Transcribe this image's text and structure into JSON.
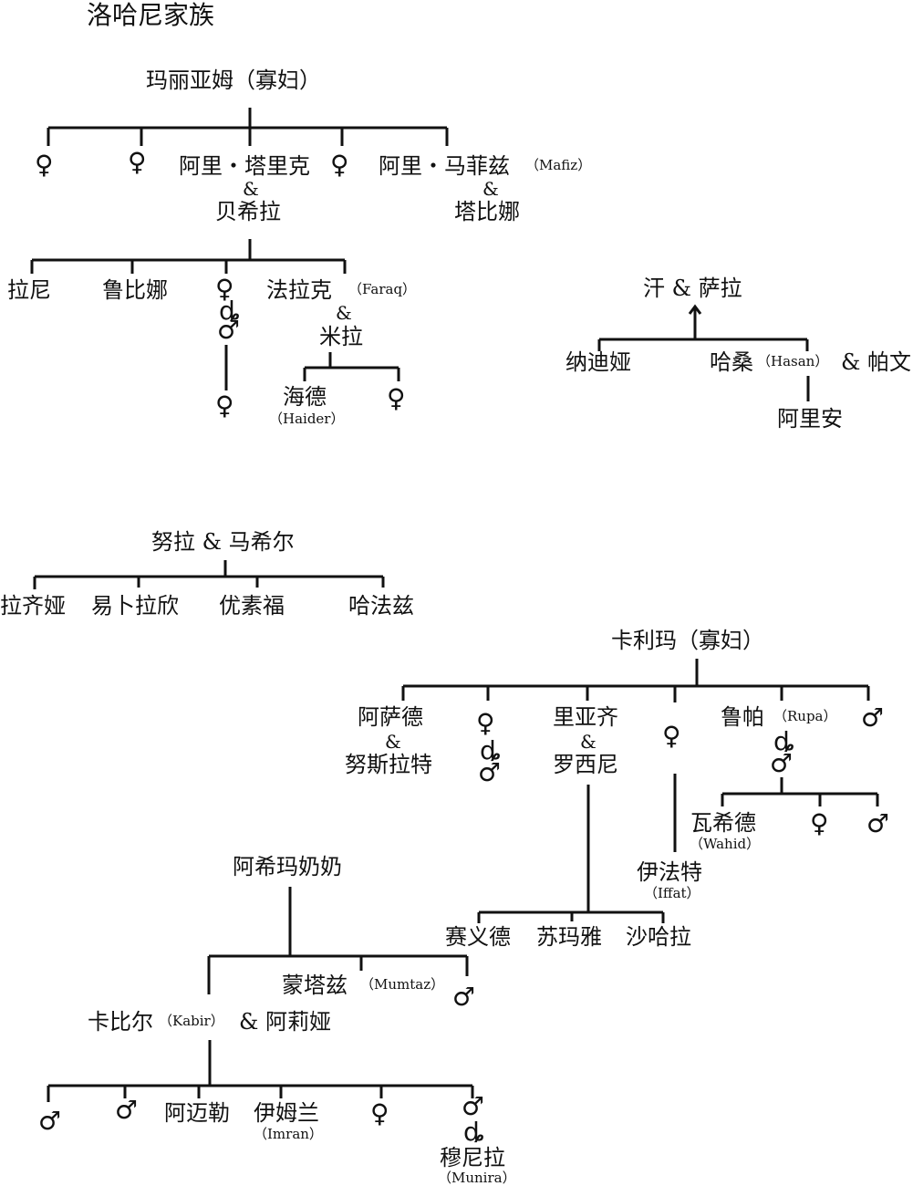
{
  "title": "洛哈尼家族",
  "symbols": {
    "female": "♀",
    "male": "♂",
    "union": "ȡ"
  },
  "labels": {
    "mariam": "玛丽亚姆（寡妇）",
    "ali_tariq": "阿里・塔里克",
    "amp": "&",
    "beixila": "贝希拉",
    "ali_mafiz": "阿里・马菲兹",
    "mafiz_lat": "（Mafiz）",
    "tabina": "塔比娜",
    "lani": "拉尼",
    "lubina": "鲁比娜",
    "falake": "法拉克",
    "faraq_lat": "（Faraq）",
    "mila": "米拉",
    "haide": "海德",
    "haider_lat": "（Haider）",
    "han_sala": "汗 & 萨拉",
    "nadiya": "纳迪娅",
    "hasang": "哈桑",
    "hasan_lat": "（Hasan）",
    "pawen": "& 帕文",
    "alian": "阿里安",
    "nula_maxier": "努拉 & 马希尔",
    "laqiya": "拉齐娅",
    "yibulaxin": "易卜拉欣",
    "yousufu": "优素福",
    "hafazi": "哈法兹",
    "kalima": "卡利玛（寡妇）",
    "asade": "阿萨德",
    "nusilate": "努斯拉特",
    "liyaqi": "里亚齐",
    "luoxini": "罗西尼",
    "lupa": "鲁帕",
    "rupa_lat": "（Rupa）",
    "waxide": "瓦希德",
    "wahid_lat": "（Wahid）",
    "yifate": "伊法特",
    "iffat_lat": "（Iffat）",
    "axima": "阿希玛奶奶",
    "saiyide": "赛义德",
    "sumaya": "苏玛雅",
    "shahala": "沙哈拉",
    "mengtazi": "蒙塔兹",
    "mumtaz_lat": "（Mumtaz）",
    "kabier": "卡比尔",
    "kabir_lat": "（Kabir）",
    "ailiya": "& 阿莉娅",
    "amaile": "阿迈勒",
    "yimulan": "伊姆兰",
    "imran_lat": "（Imran）",
    "munila": "穆尼拉",
    "munira_lat": "（Munira）"
  }
}
